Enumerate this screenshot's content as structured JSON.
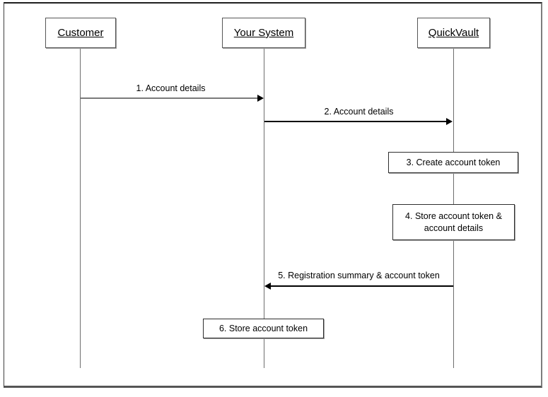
{
  "diagram": {
    "type": "sequence-diagram",
    "actors": [
      {
        "name": "Customer"
      },
      {
        "name": "Your System"
      },
      {
        "name": "QuickVault"
      }
    ],
    "messages": [
      {
        "label": "1. Account details",
        "from": "Customer",
        "to": "Your System",
        "direction": "right"
      },
      {
        "label": "2. Account details",
        "from": "Your System",
        "to": "QuickVault",
        "direction": "right"
      },
      {
        "label": "5. Registration summary & account token",
        "from": "QuickVault",
        "to": "Your System",
        "direction": "left"
      }
    ],
    "actions": [
      {
        "label": "3. Create account token",
        "lifeline": "QuickVault"
      },
      {
        "label": "4. Store account token & account details",
        "lifeline": "QuickVault"
      },
      {
        "label": "6. Store account token",
        "lifeline": "Your System"
      }
    ],
    "colors": {
      "background": "#ffffff",
      "lifeline": "#6e6e6e",
      "message1_line": "#7a7a7a",
      "message_line": "#000000",
      "arrowhead": "#000000",
      "actor_box_border": "#565656",
      "action_box_border": "#2e2e2e",
      "frame_border": "#555555"
    }
  }
}
